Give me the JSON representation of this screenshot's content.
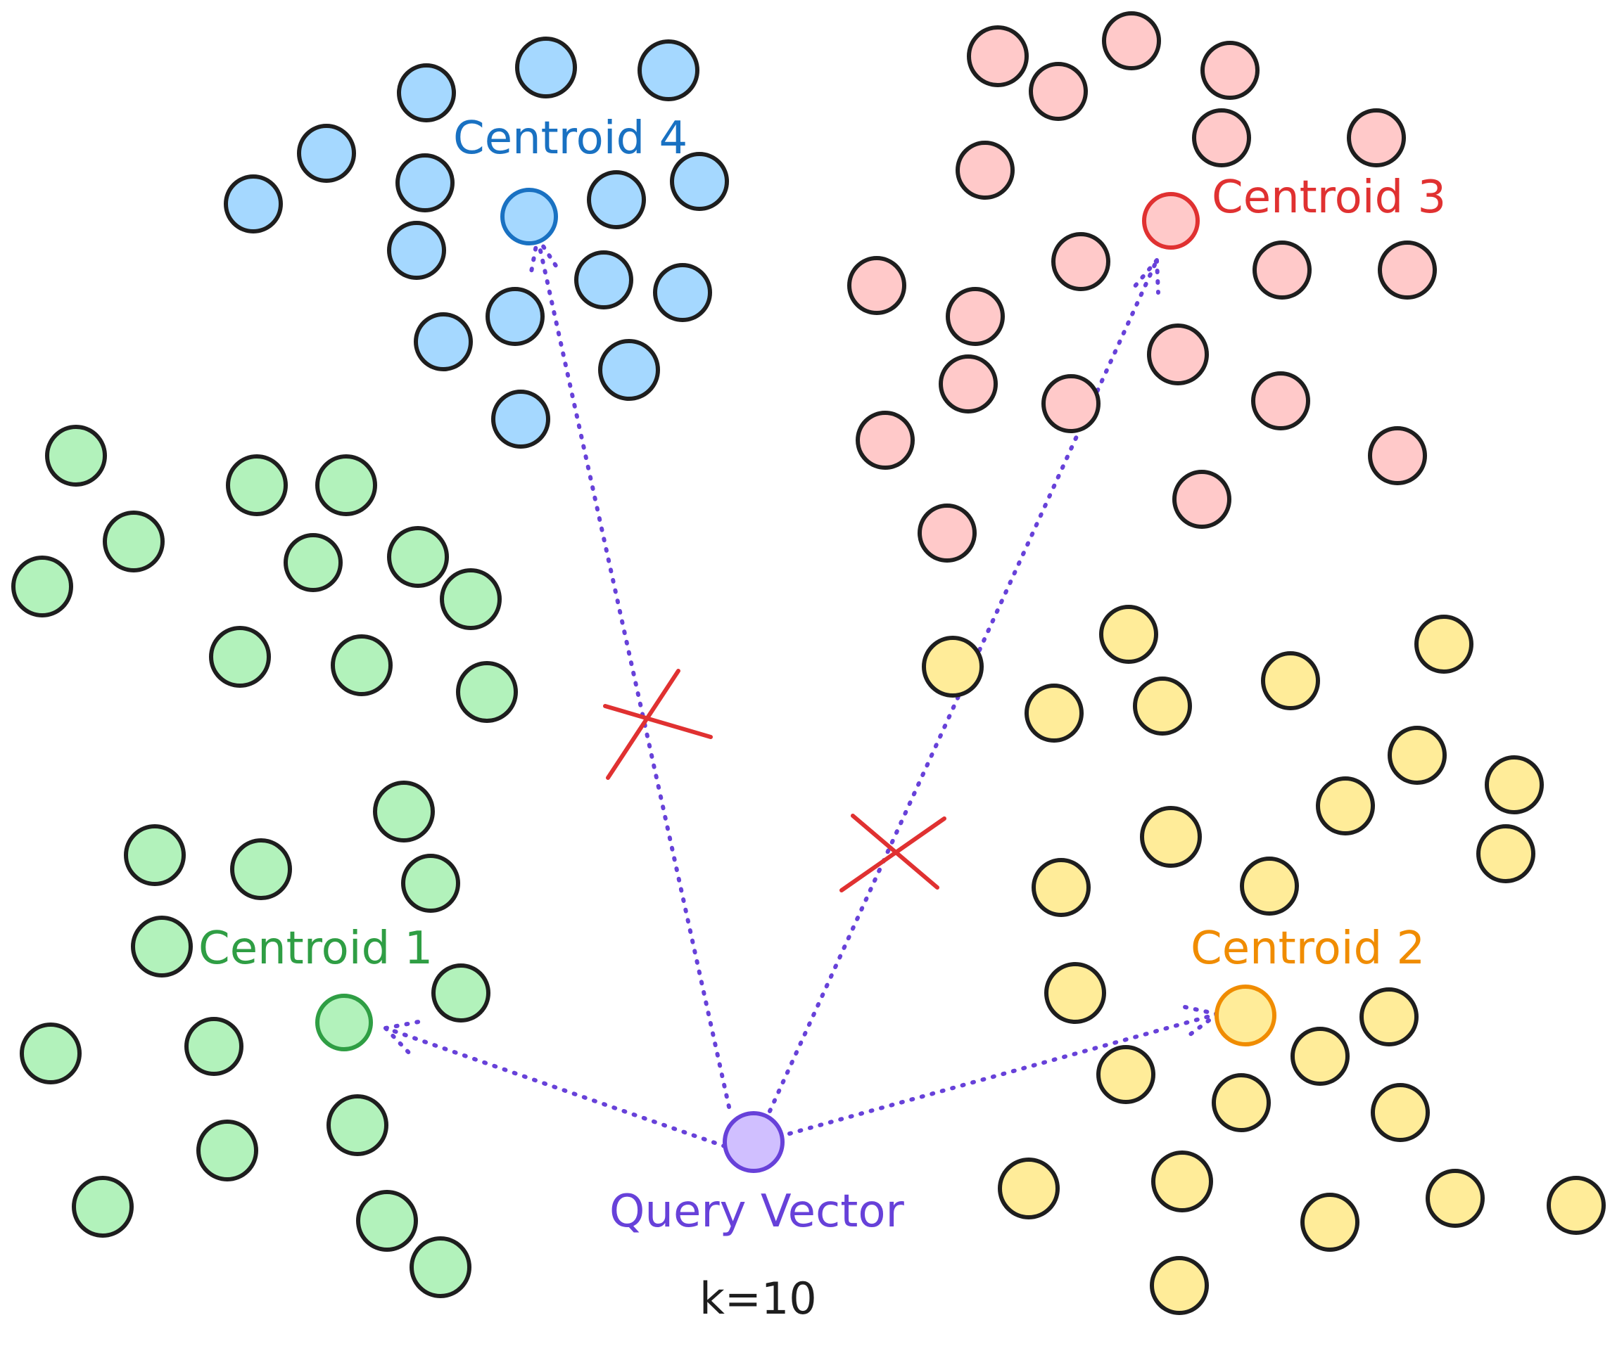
{
  "labels": {
    "centroid1": "Centroid 1",
    "centroid2": "Centroid 2",
    "centroid3": "Centroid 3",
    "centroid4": "Centroid 4",
    "query": "Query Vector",
    "k": "k=10"
  },
  "colors": {
    "green_fill": "#b2f2bb",
    "green_stroke": "#2f9e44",
    "yellow_fill": "#ffec99",
    "yellow_stroke": "#f08c00",
    "red_fill": "#ffc9c9",
    "red_stroke": "#e03131",
    "blue_fill": "#a5d8ff",
    "blue_stroke": "#1971c2",
    "query_fill": "#d0bfff",
    "query_stroke": "#6741d9",
    "outline": "#1e1e1e"
  }
}
